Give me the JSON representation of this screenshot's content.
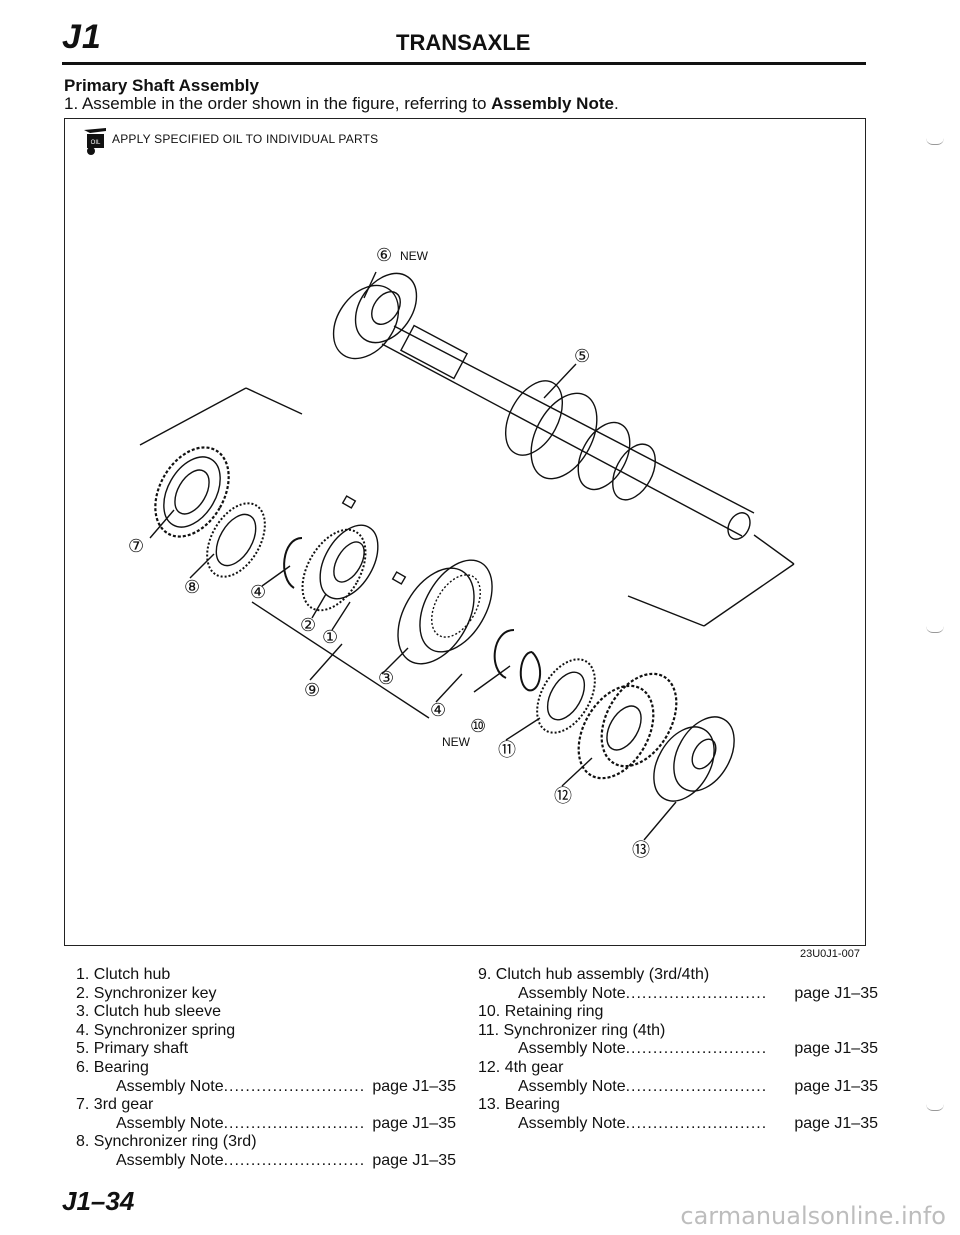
{
  "header": {
    "section_code": "J1",
    "title": "TRANSAXLE"
  },
  "section": {
    "heading": "Primary Shaft Assembly",
    "instruction_prefix": "1. Assemble in the order shown in the figure, referring to ",
    "instruction_bold": "Assembly Note",
    "instruction_suffix": "."
  },
  "figure": {
    "oil_icon_text": "OIL",
    "oil_note": "APPLY SPECIFIED OIL TO INDIVIDUAL PARTS",
    "code": "23U0J1-007",
    "callouts": {
      "c1": "①",
      "c2": "②",
      "c3": "③",
      "c4a": "④",
      "c4b": "④",
      "c5": "⑤",
      "c6": "⑥",
      "c7": "⑦",
      "c8": "⑧",
      "c9": "⑨",
      "c10": "⑩",
      "c11": "⑪",
      "c12": "⑫",
      "c13": "⑬"
    },
    "new_label_6": "NEW",
    "new_label_10": "NEW"
  },
  "parts_left": [
    {
      "text": "1. Clutch hub"
    },
    {
      "text": "2. Synchronizer key"
    },
    {
      "text": "3. Clutch hub sleeve"
    },
    {
      "text": "4. Synchronizer spring"
    },
    {
      "text": "5. Primary shaft"
    },
    {
      "text": "6. Bearing"
    },
    {
      "note": "Assembly Note",
      "dots": "..........................",
      "page": "page J1–35"
    },
    {
      "text": "7. 3rd gear"
    },
    {
      "note": "Assembly Note",
      "dots": "..........................",
      "page": "page J1–35"
    },
    {
      "text": "8. Synchronizer ring (3rd)"
    },
    {
      "note": "Assembly Note",
      "dots": "..........................",
      "page": "page J1–35"
    }
  ],
  "parts_right": [
    {
      "text": "9. Clutch hub assembly (3rd/4th)"
    },
    {
      "note": "Assembly Note",
      "dots": "..........................",
      "page": "page J1–35"
    },
    {
      "text": "10. Retaining ring"
    },
    {
      "text": "11. Synchronizer ring (4th)"
    },
    {
      "note": "Assembly Note",
      "dots": "..........................",
      "page": "page J1–35"
    },
    {
      "text": "12. 4th gear"
    },
    {
      "note": "Assembly Note",
      "dots": "..........................",
      "page": "page J1–35"
    },
    {
      "text": "13. Bearing"
    },
    {
      "note": "Assembly Note",
      "dots": "..........................",
      "page": "page J1–35"
    }
  ],
  "footer": {
    "page_code": "J1–34"
  },
  "watermark": "carmanualsonline.info"
}
